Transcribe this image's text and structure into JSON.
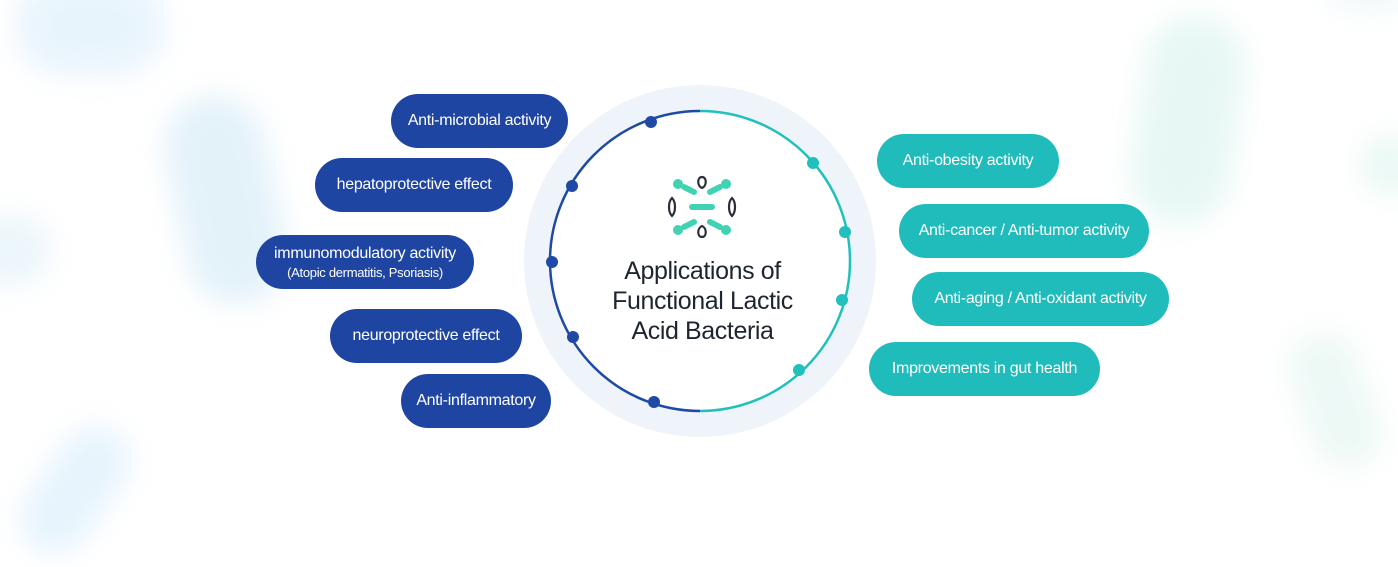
{
  "center": {
    "title_lines": [
      "Applications of",
      "Functional Lactic",
      "Acid Bacteria"
    ],
    "icon": "bacteria-icon"
  },
  "left_items": [
    {
      "label": "Anti-microbial activity"
    },
    {
      "label": "hepatoprotective effect"
    },
    {
      "label": "immunomodulatory activity",
      "sublabel": "(Atopic dermatitis, Psoriasis)"
    },
    {
      "label": "neuroprotective effect"
    },
    {
      "label": "Anti-inflammatory"
    }
  ],
  "right_items": [
    {
      "label": "Anti-obesity activity"
    },
    {
      "label": "Anti-cancer / Anti-tumor activity"
    },
    {
      "label": "Anti-aging / Anti-oxidant activity"
    },
    {
      "label": "Improvements in gut health"
    }
  ],
  "colors": {
    "left_pill": "#1f45a3",
    "right_pill": "#20bbbb",
    "ring_halo": "#eef4fa",
    "ring_dark": "#1e4aa6",
    "ring_teal": "#22c0bc",
    "icon_teal": "#3fd3b4",
    "icon_dark": "#2b2f3a"
  }
}
